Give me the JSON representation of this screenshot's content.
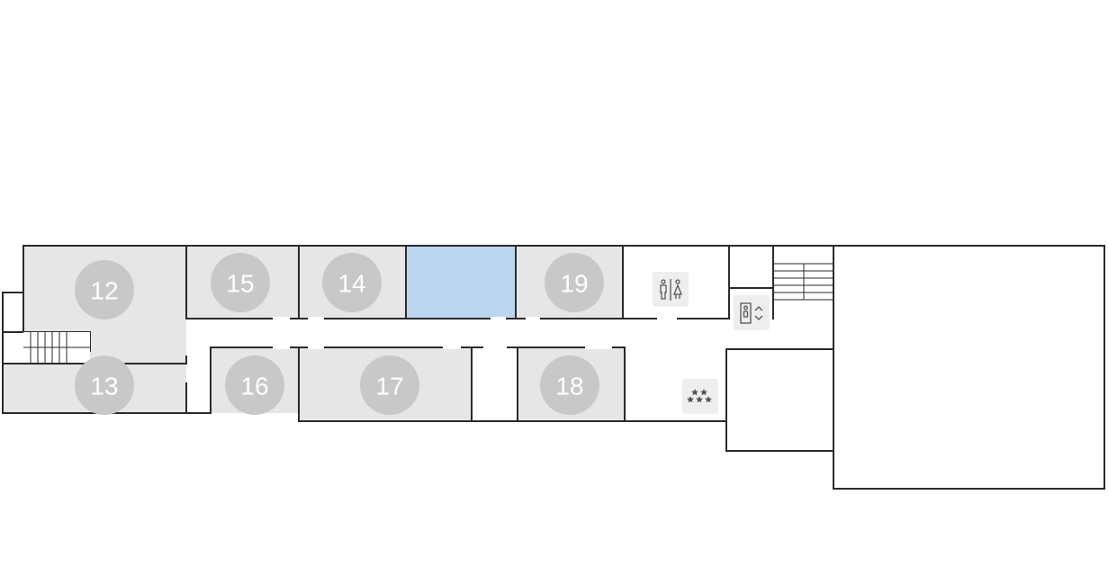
{
  "rooms": [
    {
      "id": "12",
      "label": "12"
    },
    {
      "id": "13",
      "label": "13"
    },
    {
      "id": "14",
      "label": "14"
    },
    {
      "id": "15",
      "label": "15"
    },
    {
      "id": "16",
      "label": "16"
    },
    {
      "id": "17",
      "label": "17"
    },
    {
      "id": "18",
      "label": "18"
    },
    {
      "id": "19",
      "label": "19"
    }
  ],
  "amenities": {
    "restroom": "restroom-icon",
    "elevator": "elevator-icon",
    "assembly": "assembly-point-icon"
  },
  "colors": {
    "room_fill": "#e6e6e6",
    "highlight_fill": "#bcd6f1",
    "badge": "#c8c8c8",
    "wall": "#2a2a2a"
  }
}
